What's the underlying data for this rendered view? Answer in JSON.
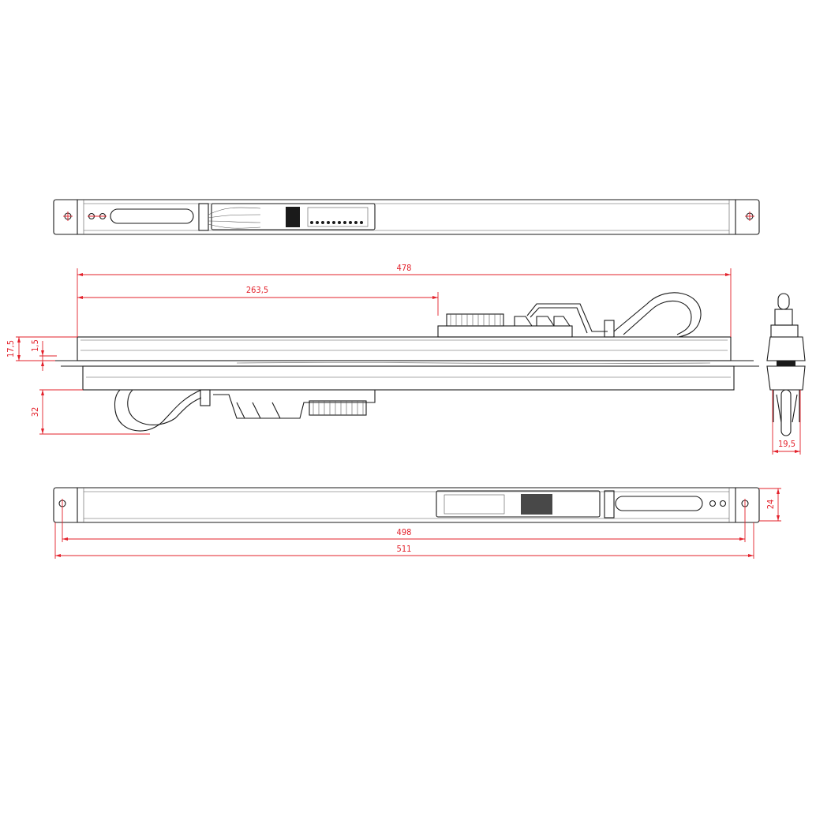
{
  "drawing": {
    "views": [
      "top-view",
      "front-view",
      "side-view",
      "bottom-view"
    ],
    "dimensions": {
      "overall_rail_length": "478",
      "connector_offset": "263,5",
      "rail_height": "17,5",
      "flange_thickness": "1,5",
      "cable_drop": "32",
      "side_width": "19,5",
      "bottom_height": "24",
      "hole_spacing": "498",
      "overall_length": "511"
    },
    "colors": {
      "dimension": "#e3202a",
      "outline": "#1a1a1a"
    }
  }
}
